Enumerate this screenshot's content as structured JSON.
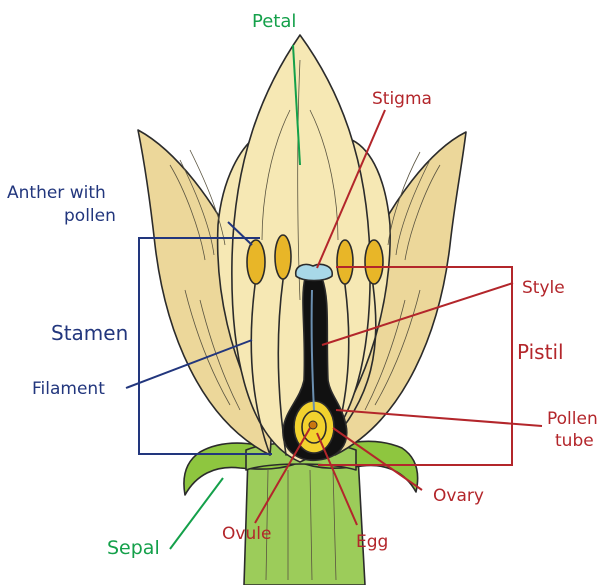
{
  "colors": {
    "petal_fill": "#f6e8b4",
    "petal_shade": "#ecd79a",
    "sepal_green": "#8ec63f",
    "stem_green": "#9ccc5a",
    "anther_yellow": "#e8b628",
    "stigma_blue": "#a8d8e8",
    "pistil_black": "#111111",
    "ovule_yellow": "#f2d22e",
    "label_green": "#14a04a",
    "label_red": "#b3262b",
    "label_blue": "#22367d"
  },
  "labels": {
    "petal": "Petal",
    "stigma": "Stigma",
    "anther_line1": "Anther with",
    "anther_line2": "pollen",
    "style": "Style",
    "stamen": "Stamen",
    "pistil": "Pistil",
    "filament": "Filament",
    "pollen_tube_line1": "Pollen",
    "pollen_tube_line2": "tube",
    "ovary": "Ovary",
    "sepal": "Sepal",
    "ovule": "Ovule",
    "egg": "Egg"
  }
}
